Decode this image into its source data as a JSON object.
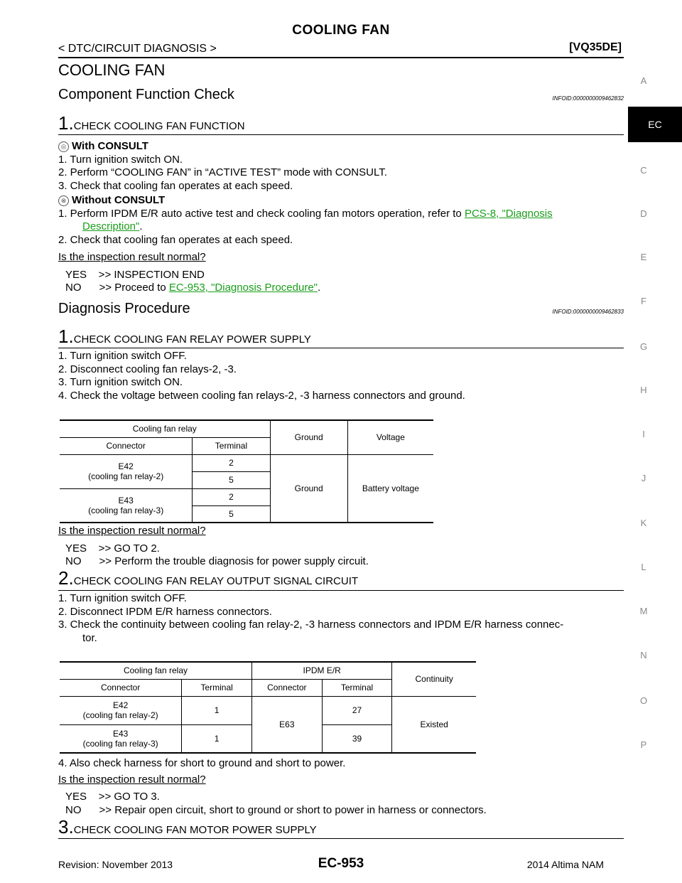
{
  "header": {
    "title": "COOLING FAN",
    "left": "< DTC/CIRCUIT DIAGNOSIS >",
    "right": "[VQ35DE]"
  },
  "sidebar": {
    "letters": [
      "A",
      "EC",
      "C",
      "D",
      "E",
      "F",
      "G",
      "H",
      "I",
      "J",
      "K",
      "L",
      "M",
      "N",
      "O",
      "P"
    ],
    "active": "EC"
  },
  "section_title": "COOLING FAN",
  "cfc": {
    "heading": "Component Function Check",
    "infoid": "INFOID:0000000009462832",
    "step1": {
      "num": "1.",
      "title": "CHECK COOLING FAN FUNCTION"
    },
    "with_consult": "With CONSULT",
    "with_items": [
      "1. Turn ignition switch ON.",
      "2. Perform “COOLING FAN” in “ACTIVE TEST” mode with CONSULT.",
      "3. Check that cooling fan operates at each speed."
    ],
    "without_consult": "Without CONSULT",
    "without_item1_pre": "1. Perform IPDM E/R auto active test and check cooling fan motors operation, refer to ",
    "without_item1_link_a": "PCS-8, \"Diagnosis",
    "without_item1_link_b": "Description\"",
    "without_item1_post": ".",
    "without_item2": "2. Check that cooling fan operates at each speed.",
    "question": "Is the inspection result normal?",
    "yes": "YES    >> INSPECTION END",
    "no_pre": "NO      >> Proceed to ",
    "no_link": "EC-953, \"Diagnosis Procedure\"",
    "no_post": "."
  },
  "dp": {
    "heading": "Diagnosis Procedure",
    "infoid": "INFOID:0000000009462833",
    "step1": {
      "num": "1.",
      "title": "CHECK COOLING FAN RELAY POWER SUPPLY"
    },
    "step1_items": [
      "1. Turn ignition switch OFF.",
      "2. Disconnect cooling fan relays-2, -3.",
      "3. Turn ignition switch ON.",
      "4. Check the voltage between cooling fan relays-2, -3 harness connectors and ground."
    ],
    "table1": {
      "h_relay": "Cooling fan relay",
      "h_connector": "Connector",
      "h_terminal": "Terminal",
      "h_ground": "Ground",
      "h_voltage": "Voltage",
      "r1_conn": "E42",
      "r1_conn2": "(cooling fan relay-2)",
      "r1_t1": "2",
      "r1_t2": "5",
      "r2_conn": "E43",
      "r2_conn2": "(cooling fan relay-3)",
      "r2_t1": "2",
      "r2_t2": "5",
      "ground": "Ground",
      "voltage": "Battery voltage"
    },
    "q1": "Is the inspection result normal?",
    "q1_yes": "YES    >> GO TO 2.",
    "q1_no": "NO      >> Perform the trouble diagnosis for power supply circuit.",
    "step2": {
      "num": "2.",
      "title": "CHECK COOLING FAN RELAY OUTPUT SIGNAL CIRCUIT"
    },
    "step2_items": [
      "1. Turn ignition switch OFF.",
      "2. Disconnect IPDM E/R harness connectors.",
      "3. Check the continuity between cooling fan relay-2, -3 harness connectors and IPDM E/R harness connec-"
    ],
    "step2_item3_cont": "tor.",
    "table2": {
      "h_relay": "Cooling fan relay",
      "h_ipdm": "IPDM E/R",
      "h_continuity": "Continuity",
      "h_connector": "Connector",
      "h_terminal": "Terminal",
      "h_connector2": "Connector",
      "h_terminal2": "Terminal",
      "r1_conn": "E42",
      "r1_conn2": "(cooling fan relay-2)",
      "r1_t": "1",
      "r1_t2": "27",
      "r2_conn": "E43",
      "r2_conn2": "(cooling fan relay-3)",
      "r2_t": "1",
      "r2_t2": "39",
      "ipdm_conn": "E63",
      "continuity": "Existed"
    },
    "step2_item4": "4. Also check harness for short to ground and short to power.",
    "q2": "Is the inspection result normal?",
    "q2_yes": "YES    >> GO TO 3.",
    "q2_no": "NO      >> Repair open circuit, short to ground or short to power in harness or connectors.",
    "step3": {
      "num": "3.",
      "title": "CHECK COOLING FAN MOTOR POWER SUPPLY"
    }
  },
  "footer": {
    "left": "Revision: November 2013",
    "center": "EC-953",
    "right": "2014 Altima NAM"
  }
}
